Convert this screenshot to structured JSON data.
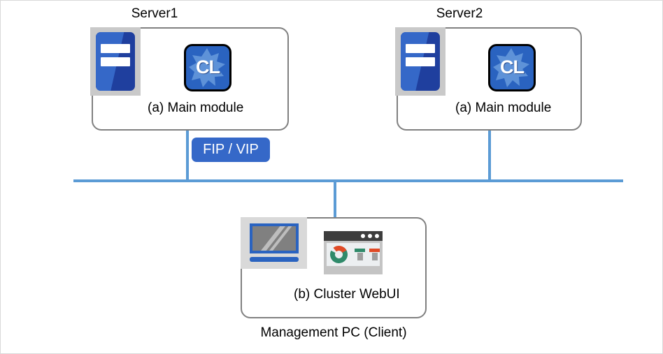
{
  "diagram": {
    "title": "",
    "colors": {
      "network_line": "#5b9bd5",
      "badge_bg": "#3568c8",
      "box_border": "#808080",
      "icon_blue": "#2a63c0",
      "server_dark_blue": "#1f3f9e",
      "donut_green": "#2f8a6a",
      "donut_red": "#e04a26"
    },
    "servers": [
      {
        "title": "Server1",
        "module_label": "(a) Main module",
        "server_icon_name": "server-stack-icon",
        "app_icon_name": "clusterpro-cl-icon",
        "app_icon_text": "CL"
      },
      {
        "title": "Server2",
        "module_label": "(a) Main module",
        "server_icon_name": "server-stack-icon",
        "app_icon_name": "clusterpro-cl-icon",
        "app_icon_text": "CL"
      }
    ],
    "fip_badge": {
      "label": "FIP / VIP"
    },
    "client": {
      "module_label": "(b) Cluster WebUI",
      "caption": "Management PC (Client)",
      "pc_icon_name": "desktop-computer-icon",
      "browser_icon_name": "browser-window-icon"
    }
  }
}
